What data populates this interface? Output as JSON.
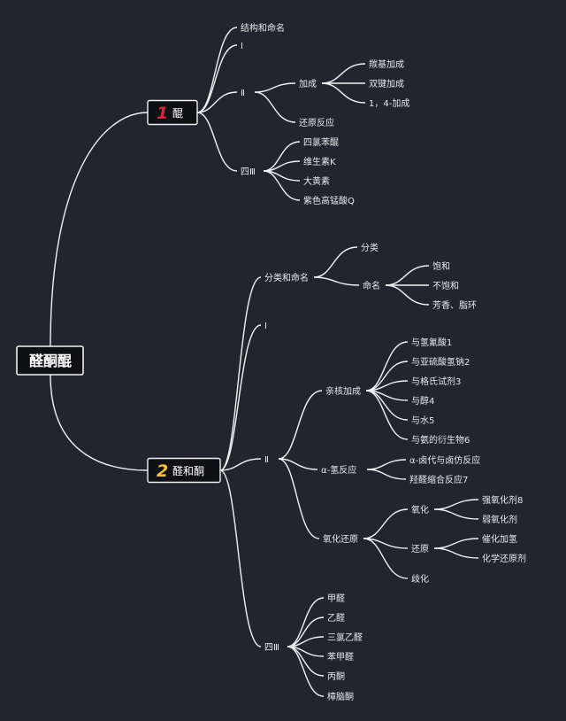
{
  "root": {
    "label": "醛酮醌"
  },
  "sections": [
    {
      "number": "1",
      "title": "醌",
      "number_color": "#d8243a",
      "children": [
        {
          "label": "结构和命名"
        },
        {
          "label": "Ⅰ"
        },
        {
          "label": "Ⅱ",
          "children": [
            {
              "label": "加成",
              "children": [
                {
                  "label": "羰基加成"
                },
                {
                  "label": "双键加成"
                },
                {
                  "label": "1，4-加成"
                }
              ]
            },
            {
              "label": "还原反应"
            }
          ]
        },
        {
          "label": "四Ⅲ",
          "children": [
            {
              "label": "四氯苯醌"
            },
            {
              "label": "维生素K"
            },
            {
              "label": "大黄素"
            },
            {
              "label": "紫色高锰酸Q"
            }
          ]
        }
      ]
    },
    {
      "number": "2",
      "title": "醛和酮",
      "number_color": "#f2c230",
      "children": [
        {
          "label": "分类和命名",
          "children": [
            {
              "label": "分类"
            },
            {
              "label": "命名",
              "children": [
                {
                  "label": "饱和"
                },
                {
                  "label": "不饱和"
                },
                {
                  "label": "芳香、脂环"
                }
              ]
            }
          ]
        },
        {
          "label": "Ⅰ"
        },
        {
          "label": "Ⅱ",
          "children": [
            {
              "label": "亲核加成",
              "children": [
                {
                  "label": "与氢氰酸1"
                },
                {
                  "label": "与亚硫酸氢钠2"
                },
                {
                  "label": "与格氏试剂3"
                },
                {
                  "label": "与醇4"
                },
                {
                  "label": "与水5"
                },
                {
                  "label": "与氨的衍生物6"
                }
              ]
            },
            {
              "label": "α-氢反应",
              "children": [
                {
                  "label": "α-卤代与卤仿反应"
                },
                {
                  "label": "羟醛缩合反应7"
                }
              ]
            },
            {
              "label": "氧化还原",
              "children": [
                {
                  "label": "氧化",
                  "children": [
                    {
                      "label": "强氧化剂8"
                    },
                    {
                      "label": "弱氧化剂"
                    }
                  ]
                },
                {
                  "label": "还原",
                  "children": [
                    {
                      "label": "催化加氢"
                    },
                    {
                      "label": "化学还原剂"
                    }
                  ]
                },
                {
                  "label": "歧化"
                }
              ]
            }
          ]
        },
        {
          "label": "四Ⅲ",
          "children": [
            {
              "label": "甲醛"
            },
            {
              "label": "乙醛"
            },
            {
              "label": "三氯乙醛"
            },
            {
              "label": "苯甲醛"
            },
            {
              "label": "丙酮"
            },
            {
              "label": "樟脑酮"
            }
          ]
        }
      ]
    }
  ]
}
